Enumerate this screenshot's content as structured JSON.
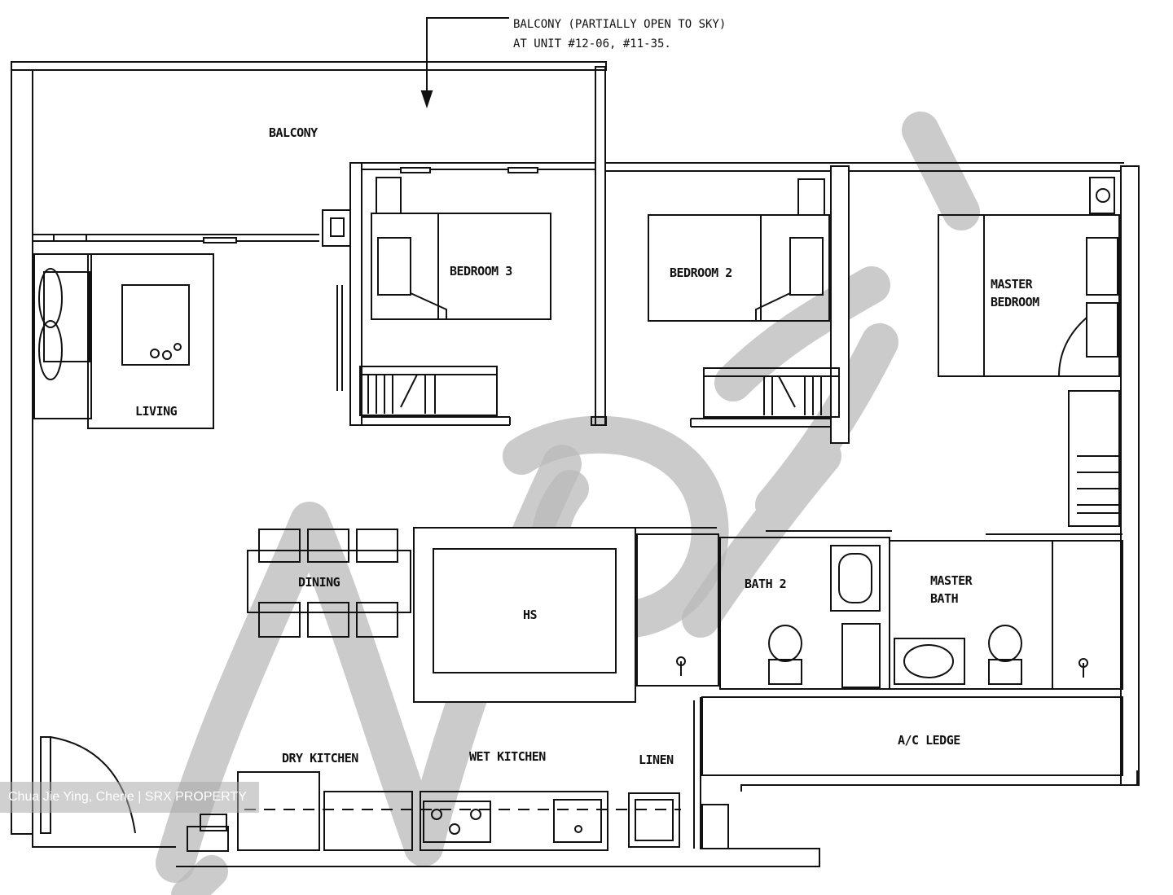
{
  "annotation": {
    "line1": "BALCONY (PARTIALLY OPEN TO SKY)",
    "line2": "AT UNIT #12-06, #11-35."
  },
  "rooms": {
    "balcony": "BALCONY",
    "living": "LIVING",
    "bedroom3": "BEDROOM 3",
    "bedroom2": "BEDROOM 2",
    "master_line1": "MASTER",
    "master_line2": "BEDROOM",
    "dining": "DINING",
    "hs": "HS",
    "bath2": "BATH 2",
    "master_bath_line1": "MASTER",
    "master_bath_line2": "BATH",
    "dry_kitchen": "DRY KITCHEN",
    "wet_kitchen": "WET KITCHEN",
    "linen": "LINEN",
    "ac_ledge": "A/C LEDGE"
  },
  "credit": "Chua Jie Ying, Cherie | SRX PROPERTY",
  "colors": {
    "line": "#111111",
    "watermark": "#b9b9b9"
  }
}
